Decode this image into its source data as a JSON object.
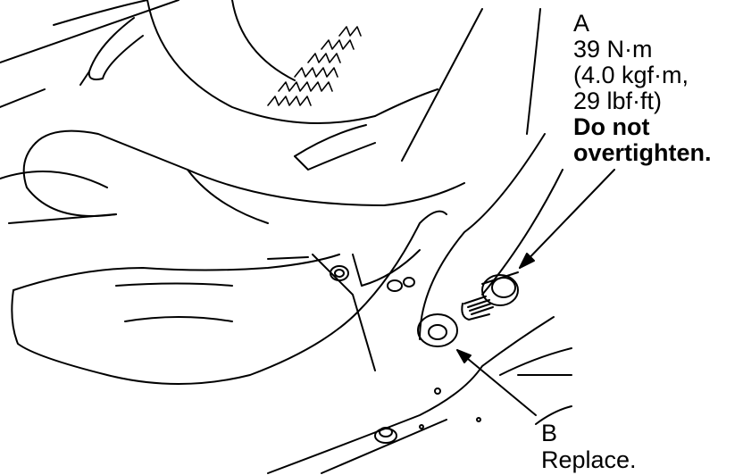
{
  "callouts": {
    "a": {
      "letter": "A",
      "torque_nm": "39 N·m",
      "torque_kgfm": "(4.0 kgf·m,",
      "torque_lbfft": "29 lbf·ft)",
      "warning_line1": "Do not",
      "warning_line2": "overtighten."
    },
    "b": {
      "letter": "B",
      "note": "Replace."
    }
  },
  "colors": {
    "ink": "#000000",
    "paper": "#ffffff"
  }
}
